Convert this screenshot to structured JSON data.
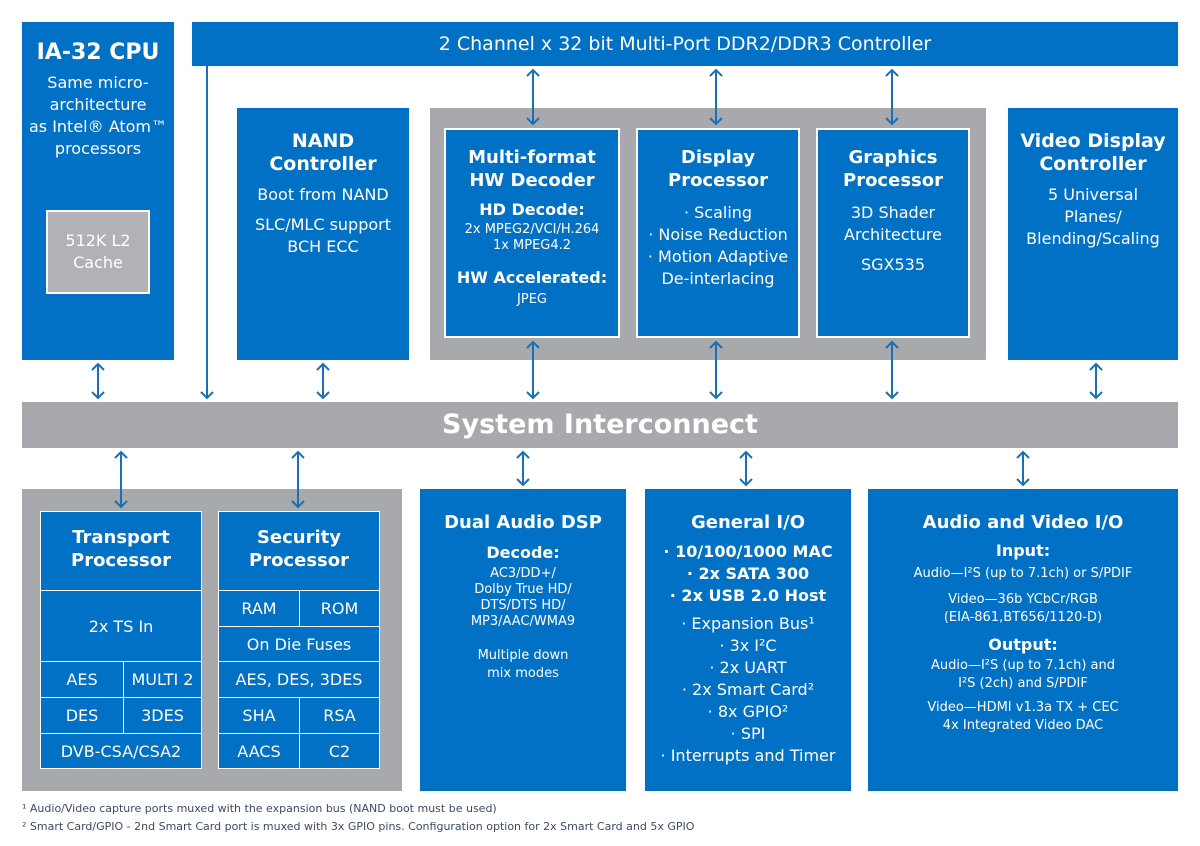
{
  "ddr": {
    "label": "2 Channel x 32 bit Multi-Port DDR2/DDR3 Controller"
  },
  "cpu": {
    "title": "IA-32 CPU",
    "desc": [
      "Same micro-",
      "architecture",
      "as Intel® Atom™",
      "processors"
    ],
    "cache": [
      "512K L2",
      "Cache"
    ]
  },
  "nand": {
    "title": [
      "NAND",
      "Controller"
    ],
    "lines": [
      "Boot from NAND",
      "SLC/MLC support",
      "BCH ECC"
    ]
  },
  "decoder": {
    "title": [
      "Multi-format",
      "HW Decoder"
    ],
    "hd_heading": "HD Decode:",
    "hd_lines": [
      "2x MPEG2/VCI/H.264",
      "1x MPEG4.2"
    ],
    "hw_heading": "HW Accelerated:",
    "hw_lines": [
      "JPEG"
    ]
  },
  "display": {
    "title": [
      "Display",
      "Processor"
    ],
    "items": [
      "· Scaling",
      "· Noise Reduction",
      "· Motion Adaptive",
      "De-interlacing"
    ]
  },
  "graphics": {
    "title": [
      "Graphics",
      "Processor"
    ],
    "lines": [
      "3D Shader",
      "Architecture",
      "SGX535"
    ]
  },
  "video_display": {
    "title": [
      "Video Display",
      "Controller"
    ],
    "lines": [
      "5 Universal",
      "Planes/",
      "Blending/Scaling"
    ]
  },
  "interconnect": {
    "label": "System Interconnect"
  },
  "transport": {
    "title": [
      "Transport",
      "Processor"
    ],
    "ts": "2x TS In",
    "cells": [
      "AES",
      "MULTI 2",
      "DES",
      "3DES",
      "DVB-CSA/CSA2"
    ]
  },
  "security": {
    "title": [
      "Security",
      "Processor"
    ],
    "cells": [
      "RAM",
      "ROM",
      "On Die Fuses",
      "AES, DES, 3DES",
      "SHA",
      "RSA",
      "AACS",
      "C2"
    ]
  },
  "audio_dsp": {
    "title": "Dual Audio DSP",
    "decode_heading": "Decode:",
    "decode_lines": [
      "AC3/DD+/",
      "Dolby True HD/",
      "DTS/DTS HD/",
      "MP3/AAC/WMA9"
    ],
    "mix_lines": [
      "Multiple down",
      "mix modes"
    ]
  },
  "general_io": {
    "title": "General I/O",
    "bold_items": [
      "· 10/100/1000 MAC",
      "· 2x SATA 300",
      "· 2x USB 2.0 Host"
    ],
    "items": [
      "· Expansion Bus¹",
      "· 3x I²C",
      "· 2x UART",
      "· 2x Smart Card²",
      "· 8x GPIO²",
      "· SPI",
      "· Interrupts and Timer"
    ]
  },
  "av_io": {
    "title": "Audio and Video I/O",
    "input_heading": "Input:",
    "input_lines": [
      "Audio—I²S (up to 7.1ch) or S/PDIF",
      "Video—36b YCbCr/RGB",
      "(EIA-861,BT656/1120-D)"
    ],
    "output_heading": "Output:",
    "output_lines": [
      "Audio—I²S (up to 7.1ch) and",
      "I²S (2ch) and S/PDIF",
      "Video—HDMI v1.3a TX + CEC",
      "4x Integrated Video DAC"
    ]
  },
  "footnotes": [
    "¹ Audio/Video capture ports muxed with the expansion bus (NAND boot must be used)",
    "² Smart Card/GPIO - 2nd Smart Card port is muxed with 3x GPIO pins. Configuration option for 2x Smart Card and 5x GPIO"
  ],
  "colors": {
    "blue": "#0071c5",
    "gray": "#a7a9ac",
    "arrow": "#1a6fb5"
  }
}
